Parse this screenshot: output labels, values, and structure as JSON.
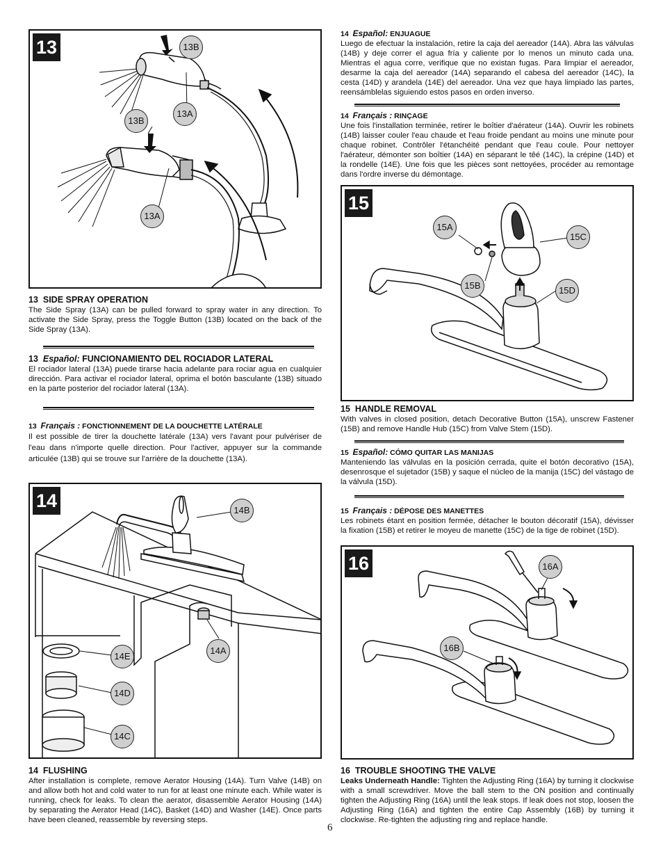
{
  "page_number": "6",
  "fig13": {
    "num": "13",
    "callouts": [
      "13B",
      "13A",
      "13B",
      "13A"
    ]
  },
  "fig14": {
    "num": "14",
    "callouts": [
      "14B",
      "14A",
      "14E",
      "14D",
      "14C"
    ]
  },
  "fig15": {
    "num": "15",
    "callouts": [
      "15A",
      "15C",
      "15B",
      "15D"
    ]
  },
  "fig16": {
    "num": "16",
    "callouts": [
      "16A",
      "16B"
    ]
  },
  "s13": {
    "num": "13",
    "title": "SIDE SPRAY OPERATION",
    "body": "The Side Spray (13A) can be pulled forward to spray water in any direction. To activate the Side Spray, press the Toggle Button (13B) located on the back of the Side Spray (13A).",
    "es_num": "13",
    "es_lang": "Español:",
    "es_title": "FUNCIONAMIENTO DEL ROCIADOR LATERAL",
    "es_body": "El rociador lateral (13A) puede tirarse hacia adelante para rociar agua en cualquier dirección. Para activar el rociador lateral, oprima el botón basculante (13B) situado en la parte posterior del rociador lateral (13A).",
    "fr_num": "13",
    "fr_lang": "Français :",
    "fr_title": "FONCTIONNEMENT DE LA DOUCHETTE LATÉRALE",
    "fr_body": "Il est possible de tirer la douchette latérale (13A) vers l'avant pour pulvériser de l'eau dans n'importe quelle direction. Pour l'activer, appuyer sur la commande articulée (13B) qui se trouve sur l'arrière de la douchette (13A)."
  },
  "s14": {
    "num": "14",
    "title": "FLUSHING",
    "body": "After installation is complete, remove Aerator Housing (14A).  Turn Valve (14B) on and allow both hot and cold water to run for at least one minute each.  While water is running, check for leaks.  To clean the aerator, disassemble Aerator Housing (14A) by separating the Aerator Head (14C), Basket (14D) and Washer (14E).  Once parts have been cleaned, reassemble by reversing steps.",
    "es_num": "14",
    "es_lang": "Español:",
    "es_title": "ENJUAGUE",
    "es_body": "Luego de efectuar la instalación, retire la caja del aereador (14A).  Abra las válvulas (14B) y deje correr el agua fría y caliente por lo menos un minuto cada una. Mientras el agua corre, verifique que no existan fugas. Para limpiar el aereador, desarme la caja del aereador (14A) separando el cabesa del aereador (14C), la cesta (14D) y arandela (14E) del aereador. Una vez que haya limpiado las partes, reensámblelas siguiendo estos pasos en orden inverso.",
    "fr_num": "14",
    "fr_lang": "Français :",
    "fr_title": "RINÇAGE",
    "fr_body": "Une fois l'installation terminée, retirer le boîtier d'aérateur (14A). Ouvrir les robinets (14B) laisser couler l'eau chaude et l'eau froide pendant au moins une minute pour chaque robinet. Contrôler l'étanchéité pendant que l'eau coule. Pour nettoyer l'aérateur, démonter son boîtier (14A) en séparant le têé (14C), la crépine (14D) et la rondelle (14E). Une fois que les pièces sont nettoyées, procéder au remontage dans l'ordre inverse du démontage."
  },
  "s15": {
    "num": "15",
    "title": "HANDLE REMOVAL",
    "body": "With valves in closed position, detach Decorative Button (15A), unscrew Fastener (15B) and remove Handle Hub (15C) from Valve Stem (15D).",
    "es_num": "15",
    "es_lang": "Español:",
    "es_title": "CÓMO QUITAR LAS MANIJAS",
    "es_body": "Manteniendo las válvulas en la posición cerrada, quite el botón decorativo (15A), desenrosque el sujetador (15B) y saque el núcleo de la manija (15C) del vástago de la válvula (15D).",
    "fr_num": "15",
    "fr_lang": "Français :",
    "fr_title": "DÉPOSE DES MANETTES",
    "fr_body": "Les robinets étant en position fermée, détacher le bouton décoratif (15A), dévisser la fixation (15B) et retirer le moyeu de manette (15C) de la tige de robinet (15D)."
  },
  "s16": {
    "num": "16",
    "title": "TROUBLE SHOOTING THE VALVE",
    "lead": "Leaks Underneath Handle:",
    "body": " Tighten the Adjusting Ring (16A) by turning it clockwise with a small screwdriver.  Move the ball stem to the ON position and continually tighten the  Adjusting Ring (16A) until the leak stops.  If leak does not stop, loosen the Adjusting Ring (16A) and tighten the entire Cap Assembly (16B) by turning it clockwise.  Re-tighten the adjusting ring and replace handle."
  }
}
